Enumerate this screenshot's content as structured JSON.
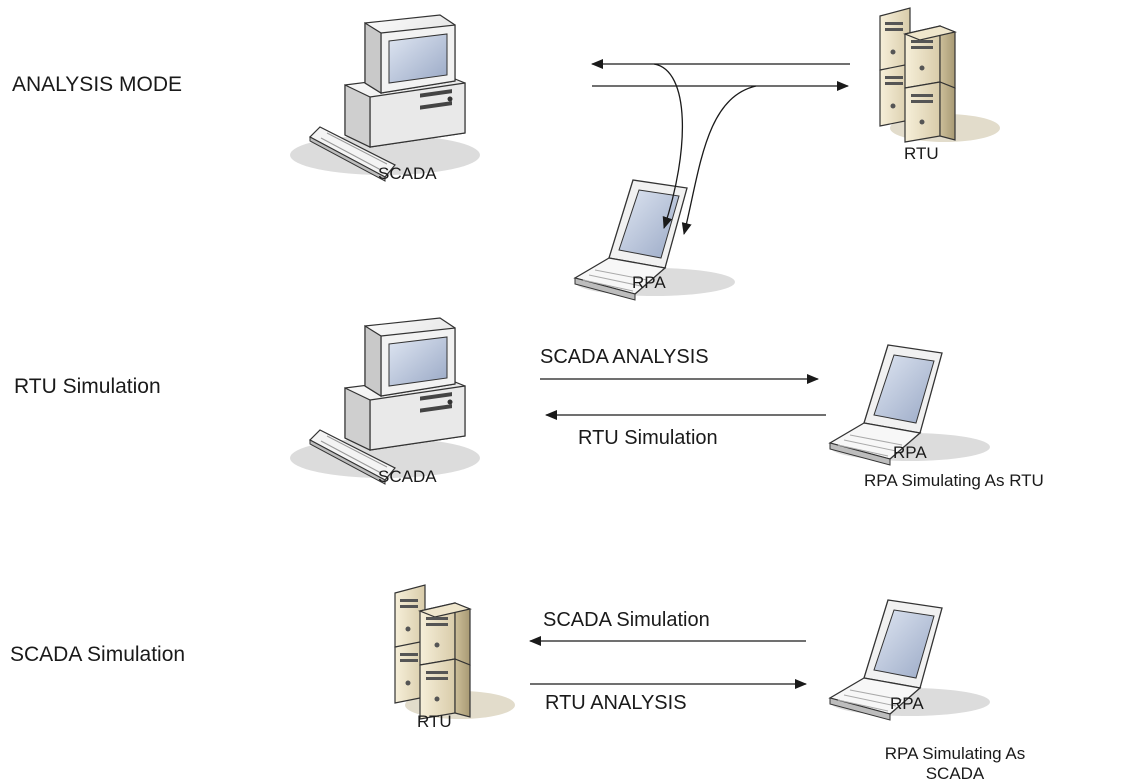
{
  "modes": {
    "analysis": "ANALYSIS MODE",
    "rtu_sim": "RTU Simulation",
    "scada_sim": "SCADA Simulation"
  },
  "devices": {
    "scada_1": "SCADA",
    "rtu_1": "RTU",
    "rpa_1": "RPA",
    "scada_2": "SCADA",
    "rpa_2": "RPA",
    "rpa_2_caption": "RPA Simulating As RTU",
    "rtu_3": "RTU",
    "rpa_3": "RPA",
    "rpa_3_caption_line1": "RPA Simulating As",
    "rpa_3_caption_line2": "SCADA"
  },
  "arrows": {
    "row2_top": "SCADA ANALYSIS",
    "row2_bottom": "RTU Simulation",
    "row3_top": "SCADA Simulation",
    "row3_bottom": "RTU ANALYSIS"
  },
  "colors": {
    "ink": "#1a1a1a",
    "computer_body": "#eeeeee",
    "server_body": "#ede3c6",
    "screen": "#b8c4da",
    "shadow": "#d4d4d4"
  }
}
